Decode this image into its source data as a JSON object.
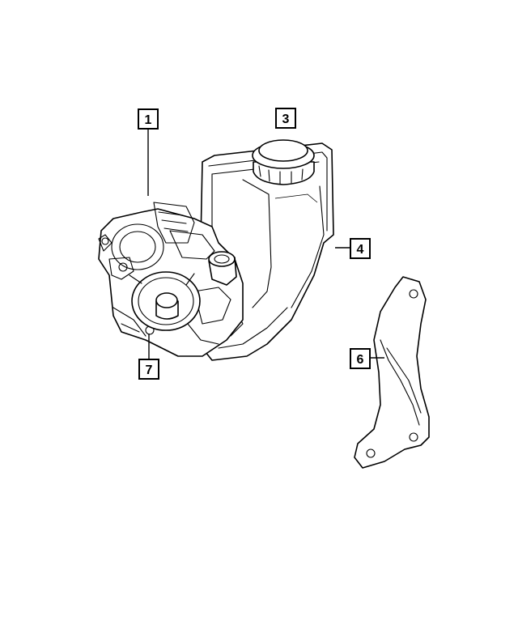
{
  "callouts": {
    "c1": "1",
    "c3": "3",
    "c4": "4",
    "c6": "6",
    "c7": "7"
  },
  "colors": {
    "line": "#000000",
    "background": "#ffffff"
  }
}
